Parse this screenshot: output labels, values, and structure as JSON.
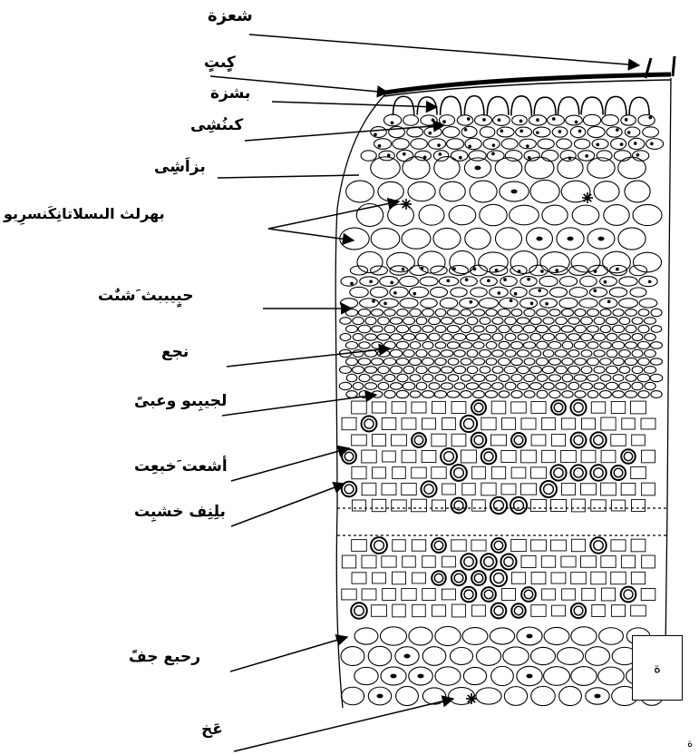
{
  "labels": {
    "l1": "شعزة",
    "l2": "كٍىتٍ",
    "l3": "بشزة",
    "l4": "كىنُشِى",
    "l5": "بزاَشِى",
    "l6": "بهرلث الىسلاتانِكَنسرِيو",
    "l7": "حبٍيببث َشىٌت",
    "l8": "نجع",
    "l9": "لجيبِىو وعبىً",
    "l10": "أشعت َخبعِت",
    "l11": "بلِنِف خشبِت",
    "l12": "رحبع جفً",
    "l13": "عَخ"
  },
  "figure_box_label": "ة",
  "stray_char": "ة",
  "colors": {
    "ink": "#000000",
    "paper": "#ffffff"
  }
}
